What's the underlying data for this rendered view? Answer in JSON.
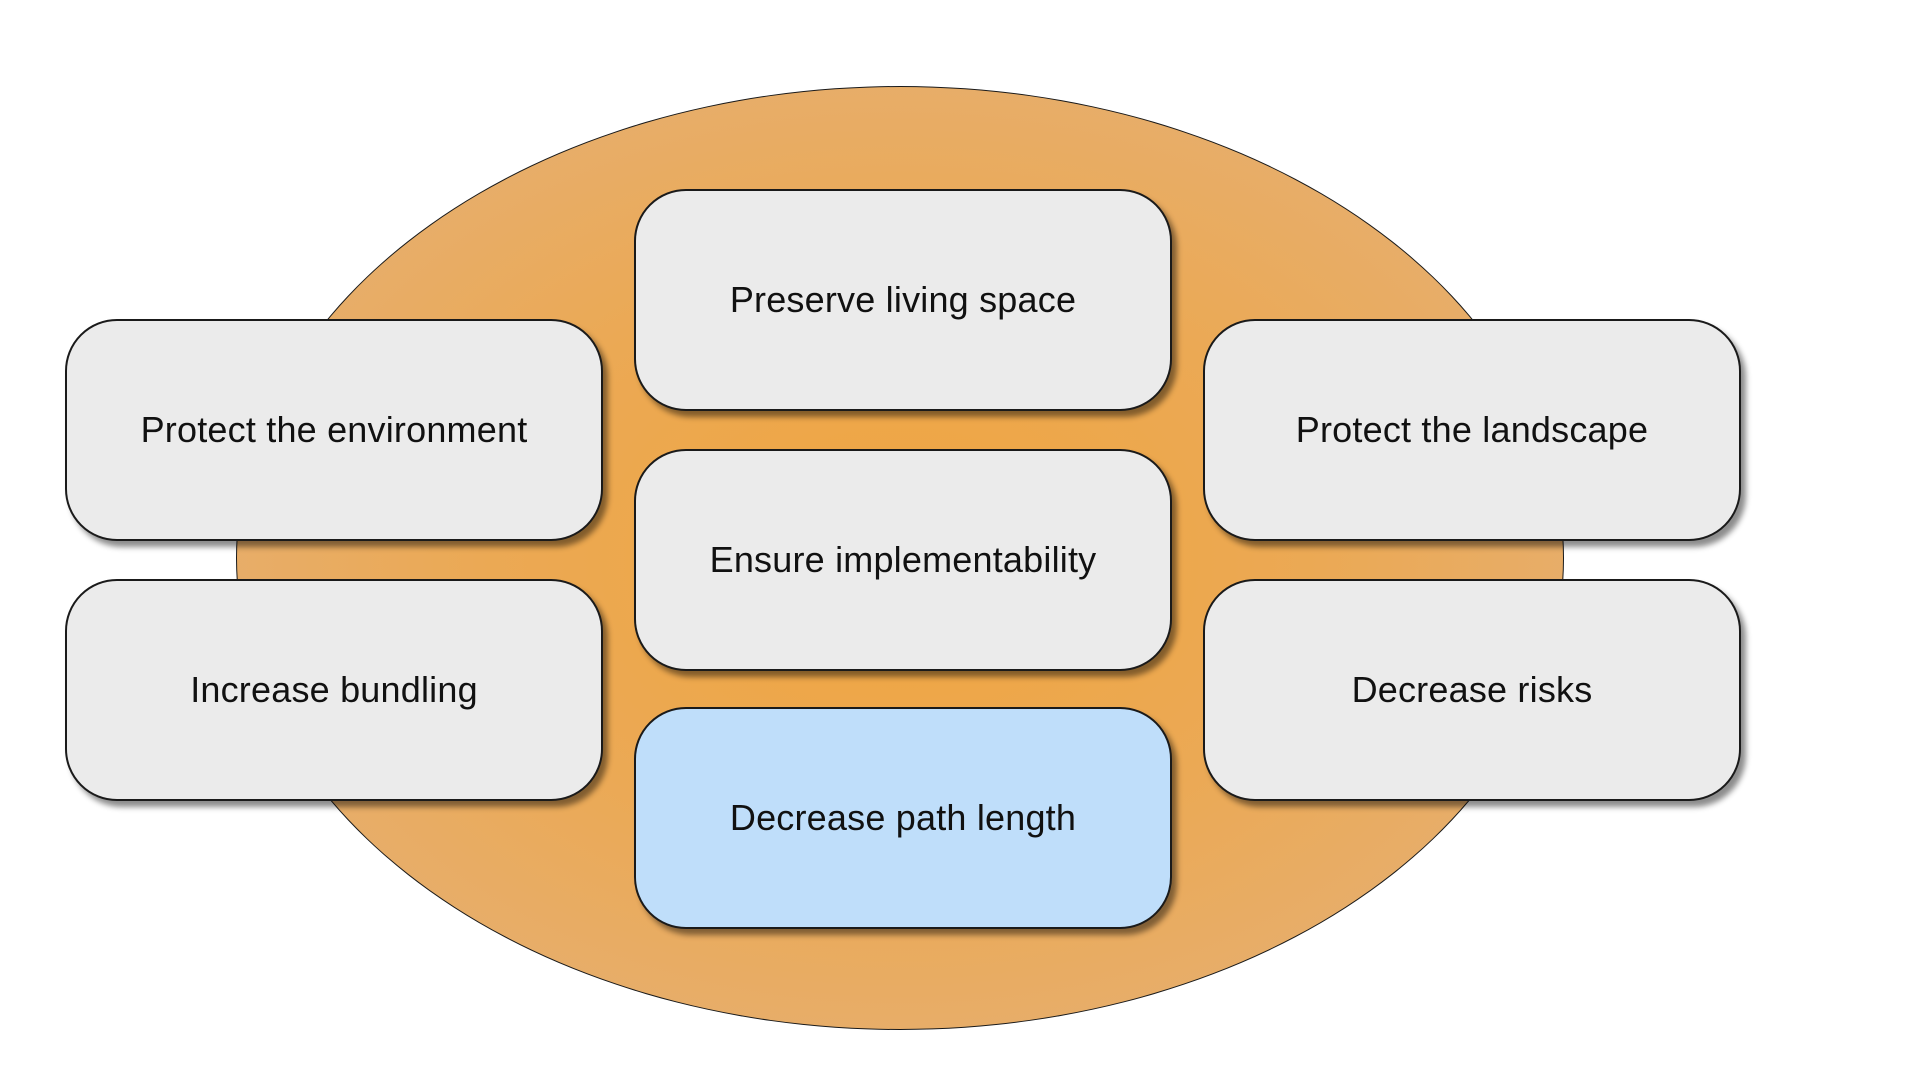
{
  "diagram": {
    "colors": {
      "ellipse_center": "#f0a53f",
      "ellipse_edge": "#e3b27e",
      "box_fill": "#ebebeb",
      "box_highlight_fill": "#bfdefa",
      "outline": "#1a1a1a"
    },
    "boxes": {
      "preserve_living_space": "Preserve living space",
      "ensure_implementability": "Ensure implementability",
      "decrease_path_length": "Decrease path length",
      "protect_environment": "Protect the environment",
      "increase_bundling": "Increase bundling",
      "protect_landscape": "Protect the landscape",
      "decrease_risks": "Decrease risks"
    },
    "highlighted_box": "decrease_path_length"
  }
}
